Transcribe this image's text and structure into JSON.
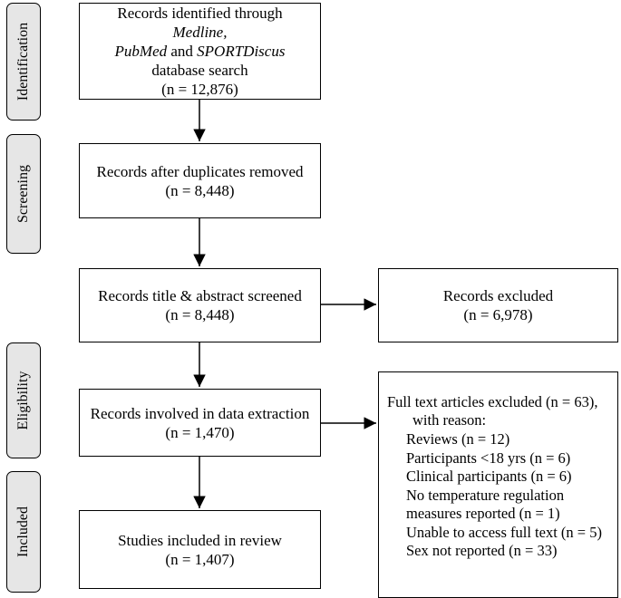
{
  "phases": {
    "identification": "Identification",
    "screening": "Screening",
    "eligibility": "Eligibility",
    "included": "Included"
  },
  "boxes": {
    "identified": {
      "line1": "Records identified through",
      "medline": "Medline,",
      "pubmed": "PubMed",
      "and": " and ",
      "sportdiscus": "SPORTDiscus",
      "line3": "database search",
      "count": "(n = 12,876)"
    },
    "duplicates_removed": {
      "label": "Records after duplicates removed",
      "count": "(n = 8,448)"
    },
    "screened": {
      "label": "Records title & abstract screened",
      "count": "(n = 8,448)"
    },
    "excluded": {
      "label": "Records excluded",
      "count": "(n = 6,978)"
    },
    "extraction": {
      "label": "Records involved in data extraction",
      "count": "(n = 1,470)"
    },
    "included": {
      "label": "Studies included in review",
      "count": "(n = 1,407)"
    }
  },
  "full_text_excluded": {
    "header": "Full text articles excluded (n = 63),",
    "header2": "with reason:",
    "reasons": [
      "Reviews (n = 12)",
      "Participants <18 yrs (n = 6)",
      "Clinical participants (n = 6)",
      "No temperature regulation",
      "measures reported (n = 1)",
      "Unable to access full text (n = 5)",
      "Sex not reported (n = 33)"
    ]
  }
}
